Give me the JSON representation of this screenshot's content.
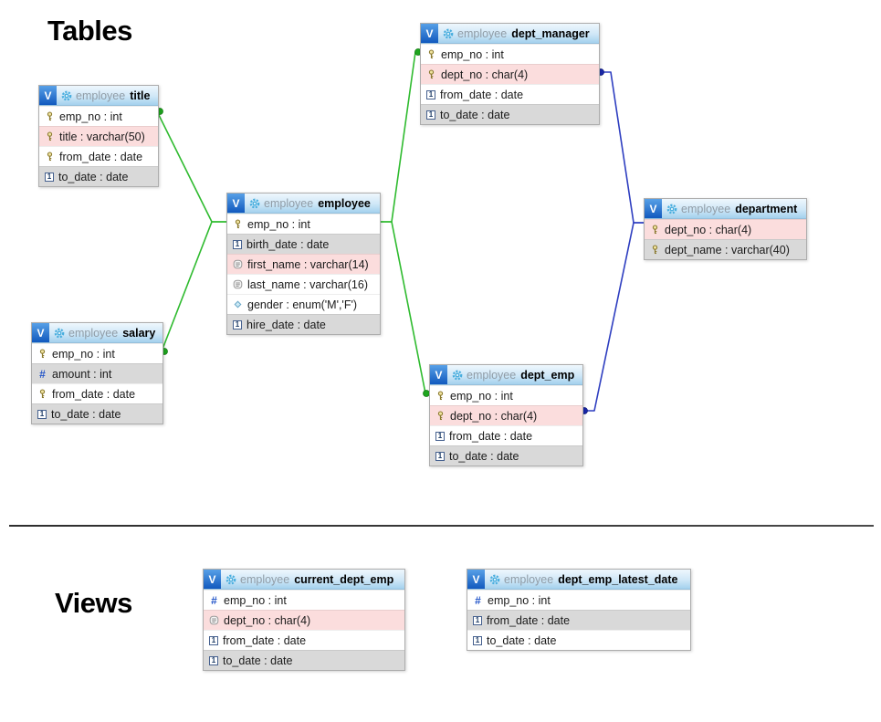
{
  "headings": {
    "tables": "Tables",
    "views": "Views"
  },
  "colors": {
    "header_gradient_top": "#eef7fd",
    "header_gradient_bottom": "#a4d1ee",
    "badge_blue": "#1159be",
    "gear_cyan": "#49aede",
    "row_pink": "#fbdddd",
    "row_gray": "#d9d9d9",
    "relation_green": "#2fbb2f",
    "relation_blue": "#2e3ec0",
    "db_label_gray": "#909ca6"
  },
  "tables": [
    {
      "schema": "employee",
      "name": "title",
      "icon_letter": "V",
      "fields": [
        {
          "text": "emp_no : int",
          "icon": "key-icon"
        },
        {
          "text": "title : varchar(50)",
          "icon": "key-icon"
        },
        {
          "text": "from_date : date",
          "icon": "key-icon"
        },
        {
          "text": "to_date : date",
          "icon": "date-icon"
        }
      ]
    },
    {
      "schema": "employee",
      "name": "employee",
      "icon_letter": "V",
      "fields": [
        {
          "text": "emp_no : int",
          "icon": "key-icon"
        },
        {
          "text": "birth_date : date",
          "icon": "date-icon"
        },
        {
          "text": "first_name : varchar(14)",
          "icon": "text-icon"
        },
        {
          "text": "last_name : varchar(16)",
          "icon": "text-icon"
        },
        {
          "text": "gender : enum('M','F')",
          "icon": "enum-icon"
        },
        {
          "text": "hire_date : date",
          "icon": "date-icon"
        }
      ]
    },
    {
      "schema": "employee",
      "name": "salary",
      "icon_letter": "V",
      "fields": [
        {
          "text": "emp_no : int",
          "icon": "key-icon"
        },
        {
          "text": "amount : int",
          "icon": "numeric-icon"
        },
        {
          "text": "from_date : date",
          "icon": "key-icon"
        },
        {
          "text": "to_date : date",
          "icon": "date-icon"
        }
      ]
    },
    {
      "schema": "employee",
      "name": "dept_manager",
      "icon_letter": "V",
      "fields": [
        {
          "text": "emp_no : int",
          "icon": "key-icon"
        },
        {
          "text": "dept_no : char(4)",
          "icon": "key-icon"
        },
        {
          "text": "from_date : date",
          "icon": "date-icon"
        },
        {
          "text": "to_date : date",
          "icon": "date-icon"
        }
      ]
    },
    {
      "schema": "employee",
      "name": "dept_emp",
      "icon_letter": "V",
      "fields": [
        {
          "text": "emp_no : int",
          "icon": "key-icon"
        },
        {
          "text": "dept_no : char(4)",
          "icon": "key-icon"
        },
        {
          "text": "from_date : date",
          "icon": "date-icon"
        },
        {
          "text": "to_date : date",
          "icon": "date-icon"
        }
      ]
    },
    {
      "schema": "employee",
      "name": "department",
      "icon_letter": "V",
      "fields": [
        {
          "text": "dept_no : char(4)",
          "icon": "key-icon"
        },
        {
          "text": "dept_name : varchar(40)",
          "icon": "key-icon"
        }
      ]
    },
    {
      "schema": "employee",
      "name": "current_dept_emp",
      "icon_letter": "V",
      "fields": [
        {
          "text": "emp_no : int",
          "icon": "numeric-icon"
        },
        {
          "text": "dept_no : char(4)",
          "icon": "text-icon"
        },
        {
          "text": "from_date : date",
          "icon": "date-icon"
        },
        {
          "text": "to_date : date",
          "icon": "date-icon"
        }
      ]
    },
    {
      "schema": "employee",
      "name": "dept_emp_latest_date",
      "icon_letter": "V",
      "fields": [
        {
          "text": "emp_no : int",
          "icon": "numeric-icon"
        },
        {
          "text": "from_date : date",
          "icon": "date-icon"
        },
        {
          "text": "to_date : date",
          "icon": "date-icon"
        }
      ]
    }
  ],
  "relations": [
    {
      "from": "title",
      "to": "employee",
      "color": "green"
    },
    {
      "from": "salary",
      "to": "employee",
      "color": "green"
    },
    {
      "from": "employee",
      "to": "dept_manager",
      "color": "green"
    },
    {
      "from": "employee",
      "to": "dept_emp",
      "color": "green"
    },
    {
      "from": "dept_manager",
      "to": "department",
      "color": "blue"
    },
    {
      "from": "dept_emp",
      "to": "department",
      "color": "blue"
    }
  ]
}
